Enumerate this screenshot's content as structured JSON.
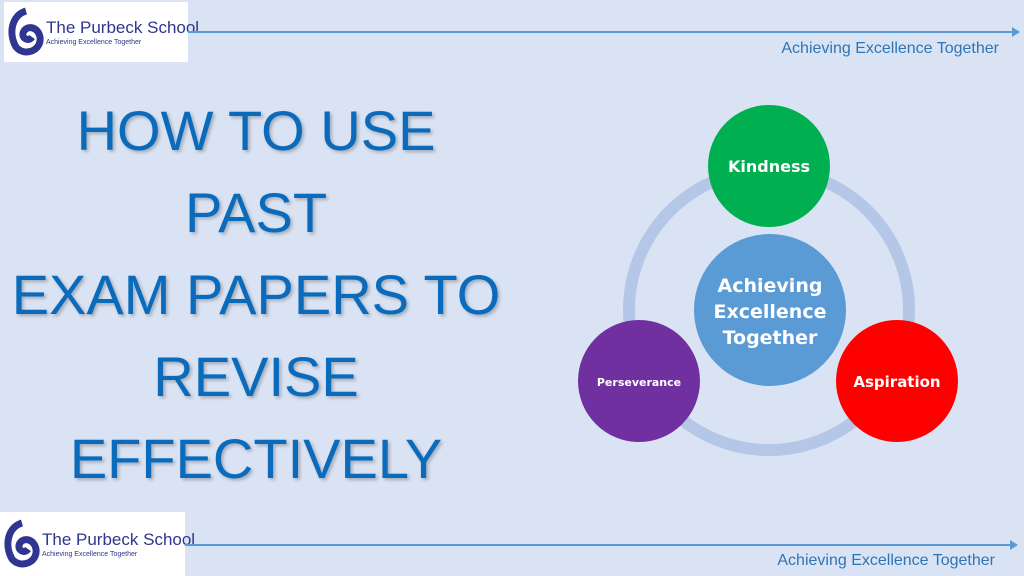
{
  "logo": {
    "name": "The Purbeck School",
    "tagline": "Achieving Excellence Together"
  },
  "motto": "Achieving Excellence Together",
  "title_lines": [
    "HOW TO USE PAST",
    "EXAM PAPERS TO",
    "REVISE",
    "EFFECTIVELY"
  ],
  "diagram": {
    "center": "Achieving Excellence Together",
    "center_lines": [
      "Achieving",
      "Excellence",
      "Together"
    ],
    "values": [
      {
        "label": "Kindness",
        "color": "#00b050"
      },
      {
        "label": "Aspiration",
        "color": "#ff0000"
      },
      {
        "label": "Perseverance",
        "color": "#7030a0"
      }
    ]
  }
}
